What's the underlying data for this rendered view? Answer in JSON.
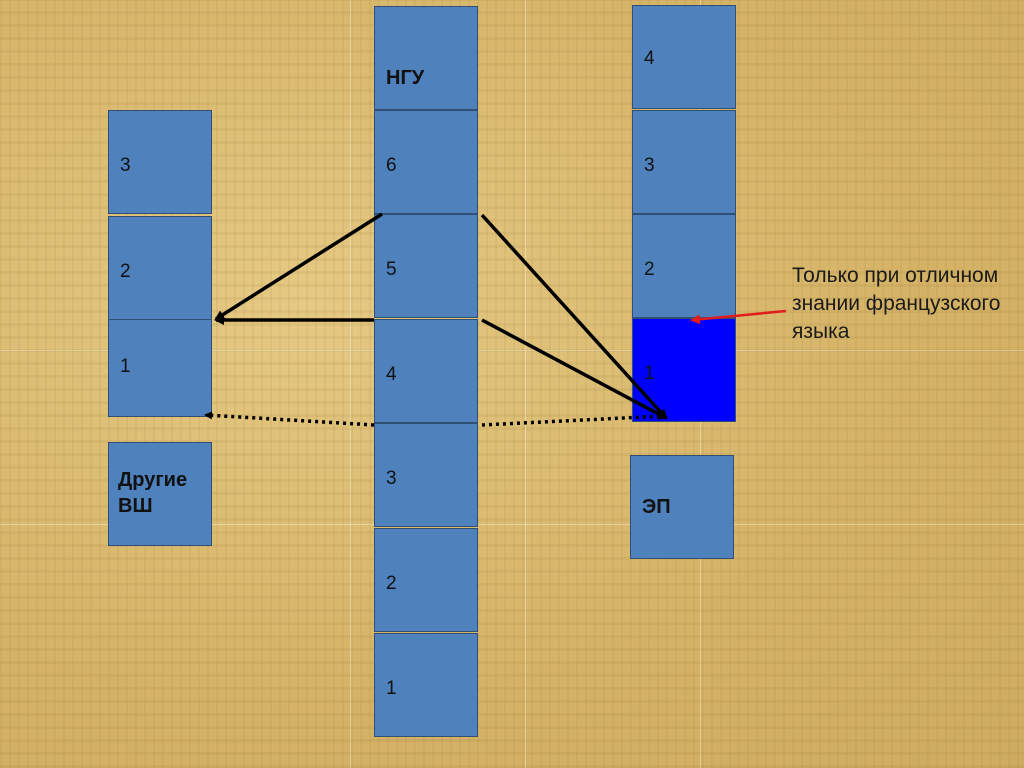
{
  "left_column": {
    "levels": [
      "3",
      "2",
      "1"
    ],
    "caption": "Другие ВШ"
  },
  "center_column": {
    "title": "НГУ",
    "levels": [
      "6",
      "5",
      "4",
      "3",
      "2",
      "1"
    ]
  },
  "right_column": {
    "levels": [
      "4",
      "3",
      "2",
      "1"
    ],
    "caption": "ЭП"
  },
  "note": "Только при отличном знании французского языка",
  "colors": {
    "box": "#4f81bd",
    "highlight": "#0000ff",
    "arrow": "#000000",
    "note_arrow": "#ff0000"
  }
}
